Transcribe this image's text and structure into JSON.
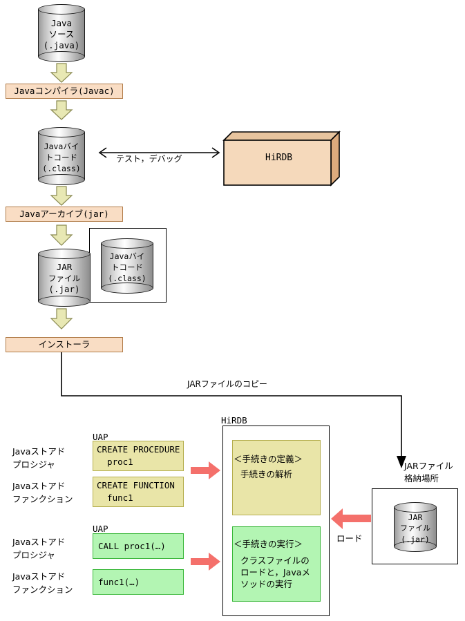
{
  "diagram": {
    "title": "Java stored procedure / function flow with HiRDB",
    "colors": {
      "process_box_fill": "#f9ddc4",
      "process_box_border": "#b07a46",
      "arrow_fill": "#e8e8b4",
      "arrow_border": "#8a8a52",
      "red_arrow": "#f4706b",
      "yellow_box_fill": "#e9e5a8",
      "yellow_box_border": "#b5ae4e",
      "green_box_fill": "#b3f5b3",
      "green_box_border": "#3bb83b",
      "hirdb_box_fill": "#f5d9bb",
      "hirdb_box_side": "#d8a878",
      "line": "#000000"
    }
  },
  "nodes": {
    "java_source": {
      "line1": "Java",
      "line2": "ソース",
      "line3": "(.java)"
    },
    "java_compiler": {
      "label": "Javaコンパイラ(Javac)"
    },
    "java_bytecode": {
      "line1": "Javaバイ",
      "line2": "トコード",
      "line3": "(.class)"
    },
    "hirdb_block": {
      "label": "HiRDB"
    },
    "test_debug_label": {
      "label": "テスト，デバッグ"
    },
    "java_archive": {
      "label": "Javaアーカイブ(jar)"
    },
    "jar_file": {
      "line1": "JAR",
      "line2": "ファイル",
      "line3": "(.jar)"
    },
    "bytecode_in_jar": {
      "line1": "Javaバイ",
      "line2": "トコード",
      "line3": "(.class)"
    },
    "installer": {
      "label": "インストーラ"
    },
    "jar_copy_label": {
      "label": "JARファイルのコピー"
    }
  },
  "bottom": {
    "hirdb_caption": "HiRDB",
    "uap_caption_1": "UAP",
    "uap_caption_2": "UAP",
    "left_labels": [
      {
        "line1": "Javaストアド",
        "line2": "プロシジャ"
      },
      {
        "line1": "Javaストアド",
        "line2": "ファンクション"
      },
      {
        "line1": "Javaストアド",
        "line2": "プロシジャ"
      },
      {
        "line1": "Javaストアド",
        "line2": "ファンクション"
      }
    ],
    "uap_boxes": [
      {
        "line1": "CREATE PROCEDURE",
        "line2": "  proc1",
        "style": "yellow"
      },
      {
        "line1": "CREATE FUNCTION",
        "line2": "  func1",
        "style": "yellow"
      },
      {
        "line1": "CALL proc1(…)",
        "line2": "",
        "style": "green"
      },
      {
        "line1": "func1(…)",
        "line2": "",
        "style": "green"
      }
    ],
    "hirdb_inner": {
      "define": {
        "heading": "＜手続きの定義＞",
        "body_line1": " 手続きの解析"
      },
      "execute": {
        "heading": "＜手続きの実行＞",
        "body_line1": " クラスファイルの",
        "body_line2": " ロードと，Javaメ",
        "body_line3": " ソッドの実行"
      }
    },
    "jar_storage": {
      "caption_line1": "JARファイル",
      "caption_line2": "格納場所",
      "cylinder": {
        "line1": "JAR",
        "line2": "ファイル",
        "line3": "(.jar)"
      }
    },
    "load_label": "ロード"
  }
}
